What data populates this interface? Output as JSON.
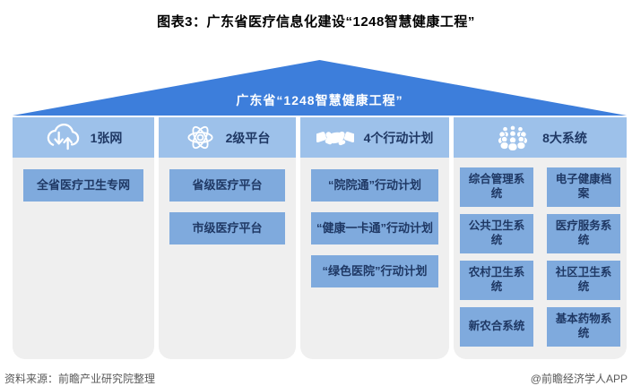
{
  "title": "图表3：广东省医疗信息化建设“1248智慧健康工程”",
  "roof": {
    "label": "广东省“1248智慧健康工程”"
  },
  "columns": [
    {
      "id": "network",
      "icon": "cloud-sync-icon",
      "header": "1张网",
      "items": [
        "全省医疗卫生专网"
      ]
    },
    {
      "id": "platform",
      "icon": "atom-icon",
      "header": "2级平台",
      "items": [
        "省级医疗平台",
        "市级医疗平台"
      ]
    },
    {
      "id": "plans",
      "icon": "handshake-icon",
      "header": "4个行动计划",
      "items": [
        "“院院通”行动计划",
        "“健康一卡通”行动计划",
        "“绿色医院”行动计划"
      ]
    },
    {
      "id": "systems",
      "icon": "people-group-icon",
      "header": "8大系统",
      "items": [
        "综合管理系统",
        "电子健康档案",
        "公共卫生系统",
        "医疗服务系统",
        "农村卫生系统",
        "社区卫生系统",
        "新农合系统",
        "基本药物系统"
      ]
    }
  ],
  "footer": {
    "source": "资料来源：前瞻产业研究院整理",
    "watermark": "@前瞻经济学人APP"
  },
  "colors": {
    "roof_blue": "#3d7edb",
    "header_blue": "#9dc1ea",
    "box_blue": "#7faadd",
    "panel_gray": "#efefef",
    "dark_navy_text": "#1f3864",
    "roof_text": "#ffffff",
    "title_text": "#000000",
    "source_text": "#595959"
  }
}
